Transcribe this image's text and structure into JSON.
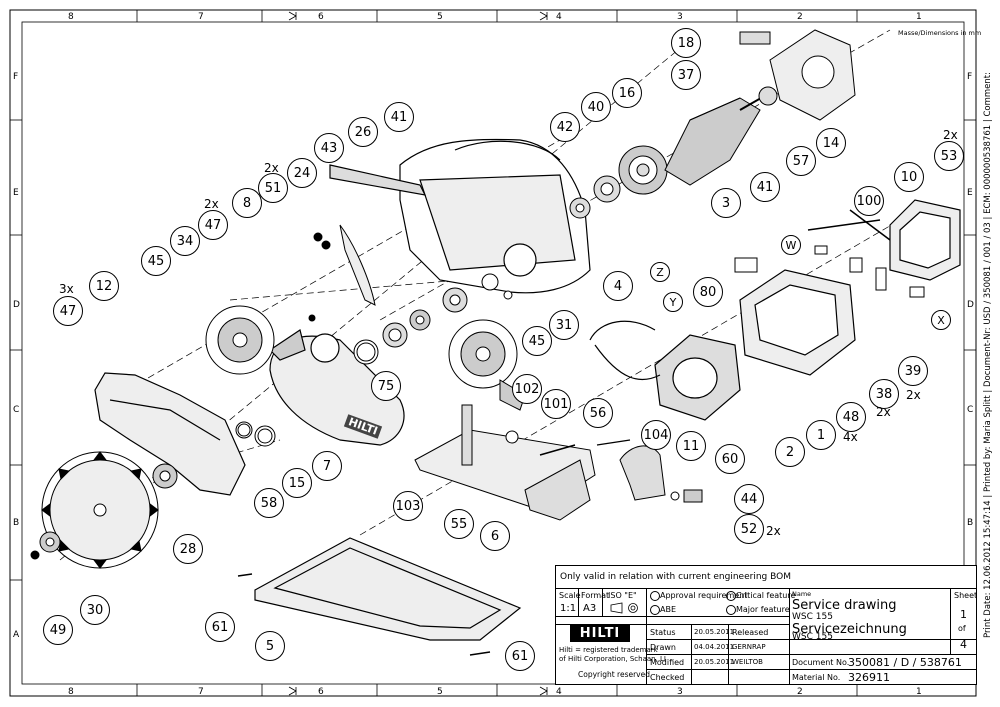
{
  "dimensions_note": "Masse/Dimensions in mm",
  "grid": {
    "columns": [
      "8",
      "7",
      "6",
      "5",
      "4",
      "3",
      "2",
      "1"
    ],
    "rows": [
      "F",
      "E",
      "D",
      "C",
      "B",
      "A"
    ]
  },
  "callouts": [
    {
      "id": "c18",
      "text": "18"
    },
    {
      "id": "c37",
      "text": "37"
    },
    {
      "id": "c16",
      "text": "16"
    },
    {
      "id": "c40",
      "text": "40"
    },
    {
      "id": "c42",
      "text": "42"
    },
    {
      "id": "c14",
      "text": "14"
    },
    {
      "id": "c57",
      "text": "57"
    },
    {
      "id": "c41a",
      "text": "41"
    },
    {
      "id": "c41b",
      "text": "41"
    },
    {
      "id": "c3",
      "text": "3"
    },
    {
      "id": "c26",
      "text": "26"
    },
    {
      "id": "c43",
      "text": "43"
    },
    {
      "id": "c24",
      "text": "24"
    },
    {
      "id": "c51",
      "text": "51"
    },
    {
      "id": "c8",
      "text": "8"
    },
    {
      "id": "c47a",
      "text": "47"
    },
    {
      "id": "c34",
      "text": "34"
    },
    {
      "id": "c45a",
      "text": "45"
    },
    {
      "id": "c12",
      "text": "12"
    },
    {
      "id": "c47b",
      "text": "47"
    },
    {
      "id": "c53",
      "text": "53"
    },
    {
      "id": "c10",
      "text": "10"
    },
    {
      "id": "c100",
      "text": "100"
    },
    {
      "id": "c80",
      "text": "80"
    },
    {
      "id": "c4",
      "text": "4"
    },
    {
      "id": "c31",
      "text": "31"
    },
    {
      "id": "c45b",
      "text": "45"
    },
    {
      "id": "c75",
      "text": "75"
    },
    {
      "id": "c7",
      "text": "7"
    },
    {
      "id": "c15",
      "text": "15"
    },
    {
      "id": "c58",
      "text": "58"
    },
    {
      "id": "c28",
      "text": "28"
    },
    {
      "id": "c102",
      "text": "102"
    },
    {
      "id": "c101",
      "text": "101"
    },
    {
      "id": "c56",
      "text": "56"
    },
    {
      "id": "c104",
      "text": "104"
    },
    {
      "id": "c103",
      "text": "103"
    },
    {
      "id": "c55",
      "text": "55"
    },
    {
      "id": "c6",
      "text": "6"
    },
    {
      "id": "c11",
      "text": "11"
    },
    {
      "id": "c60",
      "text": "60"
    },
    {
      "id": "c44",
      "text": "44"
    },
    {
      "id": "c52",
      "text": "52"
    },
    {
      "id": "c2",
      "text": "2"
    },
    {
      "id": "c1",
      "text": "1"
    },
    {
      "id": "c48",
      "text": "48"
    },
    {
      "id": "c38",
      "text": "38"
    },
    {
      "id": "c39",
      "text": "39"
    },
    {
      "id": "c30",
      "text": "30"
    },
    {
      "id": "c49",
      "text": "49"
    },
    {
      "id": "c61a",
      "text": "61"
    },
    {
      "id": "c61b",
      "text": "61"
    },
    {
      "id": "c5",
      "text": "5"
    }
  ],
  "letters": [
    {
      "id": "lW",
      "text": "W"
    },
    {
      "id": "lZ",
      "text": "Z"
    },
    {
      "id": "lY",
      "text": "Y"
    },
    {
      "id": "lX",
      "text": "X"
    }
  ],
  "multipliers": {
    "m53": "2x",
    "m51": "2x",
    "m47a": "2x",
    "m47b": "3x",
    "m38": "2x",
    "m39": "2x",
    "m48": "4x",
    "m52": "2x"
  },
  "hilti_brand": "HILTI",
  "title_block": {
    "validity_note": "Only valid in relation with current engineering BOM",
    "scale_label": "Scale",
    "scale_value": "1:1",
    "format_label": "Format",
    "format_value": "A3",
    "iso_label": "ISO \"E\"",
    "approval_requirement": "Approval requirement",
    "abe": "ABE",
    "critical_feature": "Critical feature",
    "major_feature": "Major feature",
    "name_label": "Name",
    "title_en": "Service drawing",
    "model": "WSC 155",
    "title_de": "Servicezeichnung",
    "model2": "WSC 155",
    "sheet_label": "Sheet",
    "sheet_number": "1",
    "of_label": "of",
    "sheet_total": "4",
    "status_label": "Status",
    "status_date": "20.05.2011",
    "status_value": "Released",
    "drawn_label": "Drawn",
    "drawn_date": "04.04.2011",
    "drawn_by": "GERNRAP",
    "modified_label": "Modified",
    "modified_date": "20.05.2011",
    "modified_by": "WEILTOB",
    "checked_label": "Checked",
    "doc_no_label": "Document No.",
    "doc_no": "350081 / D / 538761",
    "material_label": "Material No.",
    "material_no": "326911",
    "trademark_1": "Hilti = registered trademark",
    "trademark_2": "of Hilti Corporation, Schaan, LI",
    "copyright": "Copyright reserved"
  },
  "side_strip": "Print Date: 12.06.2012 15:47:14 | Printed by: Maria Splitt | Document-Nr: USD / 350081 / 001 / 03 | ECM: 000000538761 | Comment:"
}
